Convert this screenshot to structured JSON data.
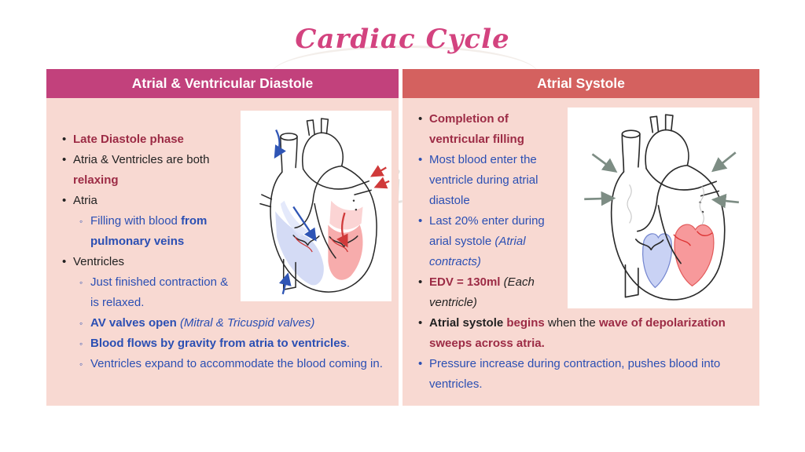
{
  "title": "Cardiac Cycle",
  "colors": {
    "title_pink": "#d3437f",
    "left_header_bg": "#c2417c",
    "right_header_bg": "#d4615f",
    "panel_bg": "#f8d9d2",
    "maroon": "#9c2b45",
    "blue": "#2b4fb3",
    "text_dark": "#222222",
    "arrow_gray": "#7d8d84",
    "heart_blue_fill": "#c9d2f2",
    "heart_red_fill": "#f69d9d"
  },
  "watermark": {
    "fragments": [
      "etical",
      "D",
      "tor"
    ]
  },
  "diagrams": {
    "left": {
      "name": "heart-diastole-filling-diagram"
    },
    "right": {
      "name": "heart-atrial-contraction-diagram"
    }
  },
  "left_panel": {
    "header": "Atrial & Ventricular Diastole",
    "bullets": [
      {
        "level": 1,
        "segments": [
          {
            "text": "Late Diastole phase",
            "style": "maroon-bold"
          }
        ]
      },
      {
        "level": 1,
        "segments": [
          {
            "text": "Atria & Ventricles are both ",
            "style": "black"
          },
          {
            "text": "relaxing",
            "style": "maroon-bold"
          }
        ]
      },
      {
        "level": 1,
        "segments": [
          {
            "text": "Atria",
            "style": "black"
          }
        ]
      },
      {
        "level": 2,
        "segments": [
          {
            "text": "Filling with blood ",
            "style": "blue"
          },
          {
            "text": "from pulmonary veins",
            "style": "blue-bold"
          }
        ]
      },
      {
        "level": 1,
        "segments": [
          {
            "text": "Ventricles",
            "style": "black"
          }
        ]
      },
      {
        "level": 2,
        "segments": [
          {
            "text": "Just finished contraction & is relaxed.",
            "style": "blue"
          }
        ]
      },
      {
        "level": 2,
        "segments": [
          {
            "text": "AV valves open ",
            "style": "blue-bold"
          },
          {
            "text": "(Mitral & Tricuspid valves)",
            "style": "blue-italic"
          }
        ]
      },
      {
        "level": 2,
        "segments": [
          {
            "text": "Blood flows by gravity from atria to ventricles",
            "style": "blue-bold"
          },
          {
            "text": ".",
            "style": "blue"
          }
        ]
      },
      {
        "level": 2,
        "segments": [
          {
            "text": "Ventricles expand to accommodate the blood coming in.",
            "style": "blue"
          }
        ]
      }
    ]
  },
  "right_panel": {
    "header": "Atrial Systole",
    "bullets": [
      {
        "level": 1,
        "segments": [
          {
            "text": "Completion of ventricular filling",
            "style": "maroon-bold"
          }
        ]
      },
      {
        "level": 1,
        "segments": [
          {
            "text": "Most blood enter the ventricle during atrial diastole",
            "style": "blue"
          }
        ]
      },
      {
        "level": 1,
        "segments": [
          {
            "text": "Last 20% enter during arial systole ",
            "style": "blue"
          },
          {
            "text": "(Atrial contracts)",
            "style": "blue-italic"
          }
        ]
      },
      {
        "level": 1,
        "segments": [
          {
            "text": "EDV = 130ml ",
            "style": "maroon-bold"
          },
          {
            "text": "(Each ventricle)",
            "style": "black-italic"
          }
        ]
      },
      {
        "level": 1,
        "segments": [
          {
            "text": "Atrial systole ",
            "style": "black-bold"
          },
          {
            "text": "begins ",
            "style": "maroon-bold"
          },
          {
            "text": "when the ",
            "style": "black"
          },
          {
            "text": "wave of depolarization sweeps across atria.",
            "style": "maroon-bold"
          }
        ]
      },
      {
        "level": 1,
        "segments": [
          {
            "text": "Pressure increase during contraction, pushes blood into ventricles.",
            "style": "blue"
          }
        ]
      }
    ]
  }
}
